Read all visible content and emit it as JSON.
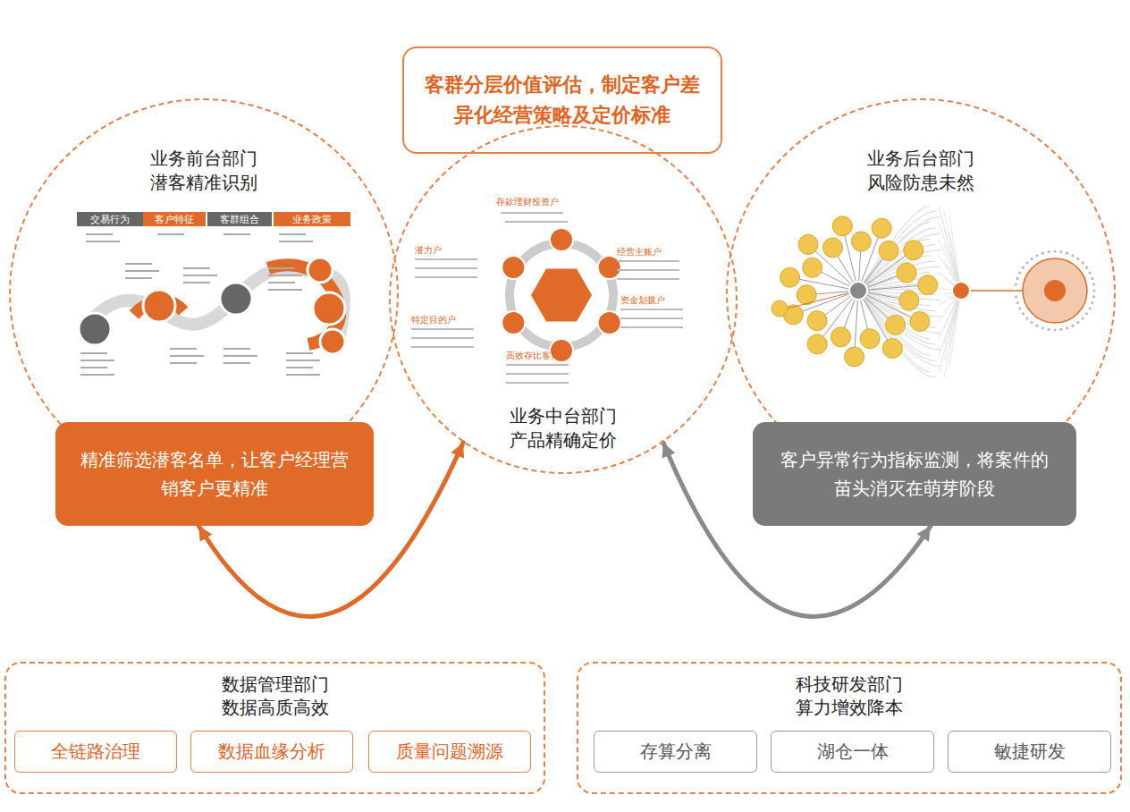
{
  "diagram": {
    "nodes": [
      {
        "text": [
          "客群分层价值评估，制定客户差异化经营策略及定价标准"
        ]
      },
      {
        "text": [
          "业务前台部门",
          "潜客精准识别"
        ]
      },
      {
        "text": [
          "业务中台部门",
          "产品精确定价"
        ]
      },
      {
        "text": [
          "业务后台部门",
          "风险防患未然"
        ]
      },
      {
        "text": [
          "精准筛选潜客名单，让客户经理营销客户更精准"
        ]
      },
      {
        "text": [
          "客户异常行为指标监测，将案件的苗头消灭在萌芽阶段"
        ]
      },
      {
        "text": [
          "数据管理部门",
          "数据高质高效"
        ]
      },
      {
        "text": [
          "全链路治理"
        ],
        "in": 6
      },
      {
        "text": [
          "数据血缘分析"
        ],
        "in": 6
      },
      {
        "text": [
          "质量问题溯源"
        ],
        "in": 6
      },
      {
        "text": [
          "科技研发部门",
          "算力增效降本"
        ]
      },
      {
        "text": [
          "存算分离"
        ],
        "in": 10
      },
      {
        "text": [
          "湖仓一体"
        ],
        "in": 10
      },
      {
        "text": [
          "敏捷研发"
        ],
        "in": 10
      }
    ],
    "edges": [
      {
        "from": 4,
        "to": 2,
        "arrow": "both"
      },
      {
        "from": 2,
        "to": 5,
        "arrow": "both"
      }
    ],
    "labels": [
      "交易行为",
      "客户特征",
      "客群组合",
      "业务政策",
      "存款理财投资户",
      "潜力户",
      "经营主账户",
      "特定目的户",
      "资金划拨户",
      "高效存比客户"
    ]
  }
}
